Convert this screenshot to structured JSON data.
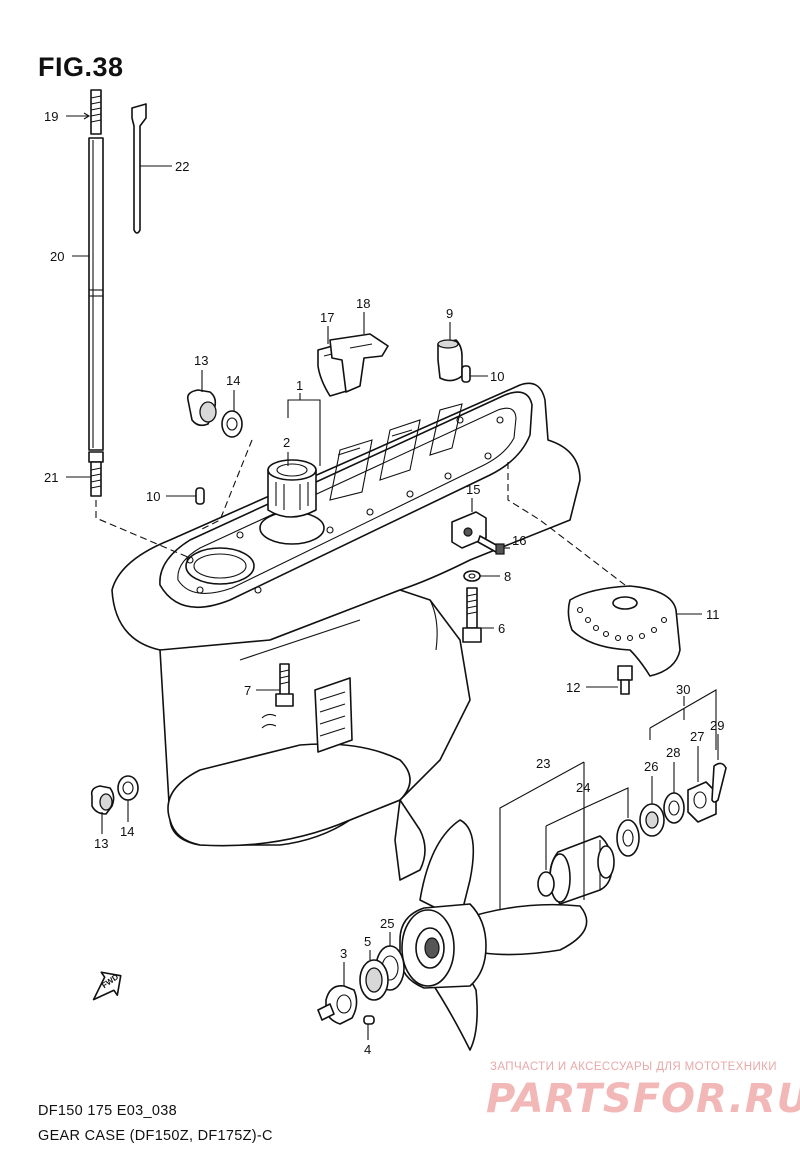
{
  "figure": {
    "title": "FIG.38",
    "model_code": "DF150 175 E03_038",
    "description": "GEAR CASE (DF150Z, DF175Z)-C"
  },
  "watermark": {
    "tagline": "ЗАПЧАСТИ И АКСЕССУАРЫ ДЛЯ МОТОТЕХНИКИ",
    "logo": "PARTSFOR.RU"
  },
  "direction_arrow": {
    "label": "FWD"
  },
  "callouts": {
    "c1": "1",
    "c2": "2",
    "c3": "3",
    "c4": "4",
    "c5": "5",
    "c6": "6",
    "c7": "7",
    "c8": "8",
    "c9": "9",
    "c10a": "10",
    "c10b": "10",
    "c11": "11",
    "c12": "12",
    "c13a": "13",
    "c13b": "13",
    "c14a": "14",
    "c14b": "14",
    "c15": "15",
    "c16": "16",
    "c17": "17",
    "c18": "18",
    "c19": "19",
    "c20": "20",
    "c21": "21",
    "c22": "22",
    "c23": "23",
    "c24": "24",
    "c25": "25",
    "c26": "26",
    "c27": "27",
    "c28": "28",
    "c29": "29",
    "c30": "30"
  }
}
